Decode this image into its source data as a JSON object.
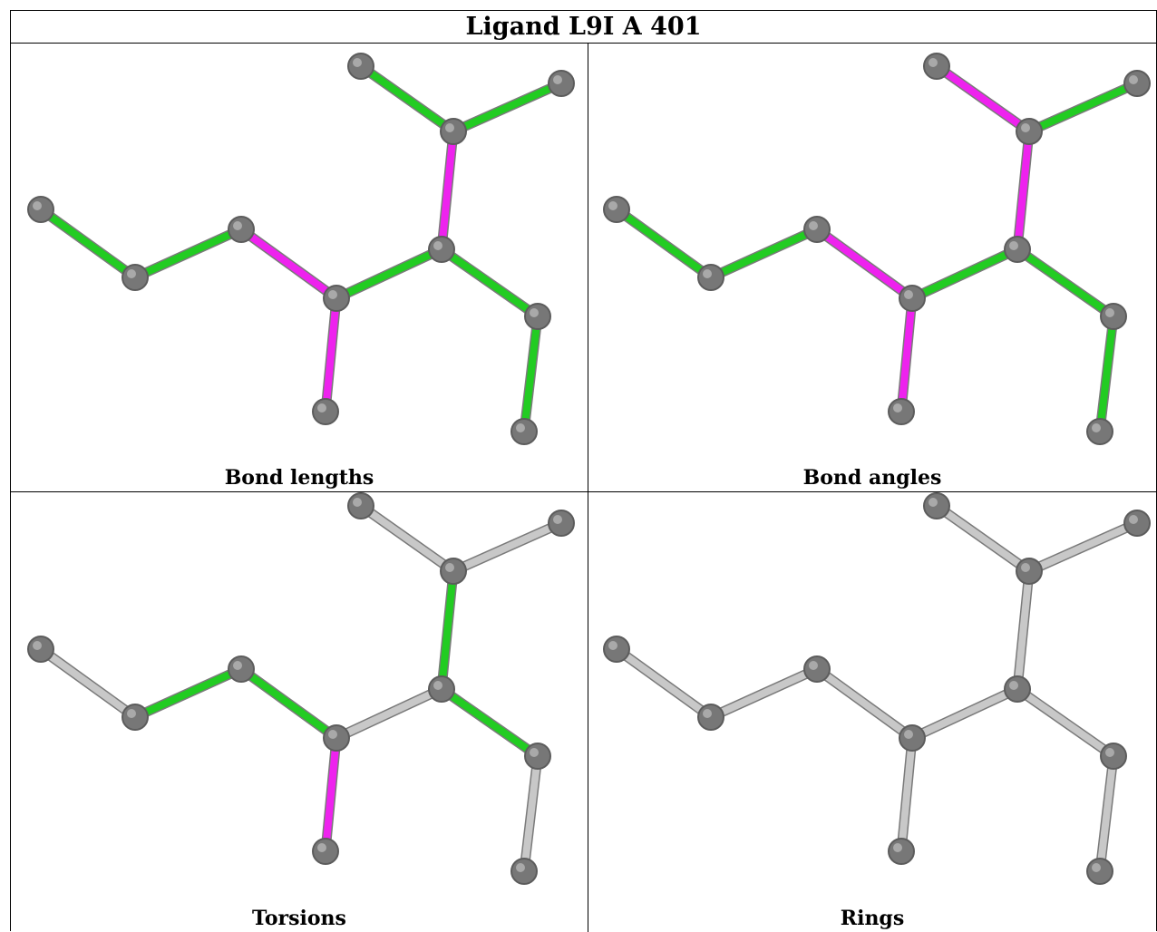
{
  "title": "Ligand L9I A 401",
  "colors": {
    "green": "#22cc22",
    "magenta": "#ee22ee",
    "gray_bond": "#c8c8c8",
    "atom": "#777777"
  },
  "molecule": {
    "atoms": [
      "a1",
      "a2",
      "a3",
      "a4",
      "a5",
      "a6",
      "a7",
      "a8",
      "a9",
      "a10",
      "a11",
      "a12"
    ],
    "bonds": [
      [
        "a1",
        "a2"
      ],
      [
        "a2",
        "a3"
      ],
      [
        "a3",
        "a4"
      ],
      [
        "a4",
        "a5"
      ],
      [
        "a4",
        "a6"
      ],
      [
        "a6",
        "a7"
      ],
      [
        "a7",
        "a8"
      ],
      [
        "a7",
        "a9"
      ],
      [
        "a6",
        "a10"
      ],
      [
        "a10",
        "a11"
      ],
      [
        "a5",
        "a12"
      ]
    ]
  },
  "panels": [
    {
      "caption": "Bond lengths",
      "bond_colors": [
        "green",
        "green",
        "magenta",
        "magenta",
        "green",
        "magenta",
        "green",
        "green",
        "green",
        "green",
        "green"
      ]
    },
    {
      "caption": "Bond angles",
      "bond_colors": [
        "green",
        "green",
        "magenta",
        "magenta",
        "green",
        "magenta",
        "magenta",
        "green",
        "green",
        "green",
        "green"
      ]
    },
    {
      "caption": "Torsions",
      "bond_colors": [
        "gray",
        "green",
        "green",
        "magenta",
        "gray",
        "green",
        "gray",
        "gray",
        "green",
        "gray",
        "gray"
      ]
    },
    {
      "caption": "Rings",
      "bond_colors": [
        "gray",
        "gray",
        "gray",
        "gray",
        "gray",
        "gray",
        "gray",
        "gray",
        "gray",
        "gray",
        "gray"
      ]
    }
  ]
}
